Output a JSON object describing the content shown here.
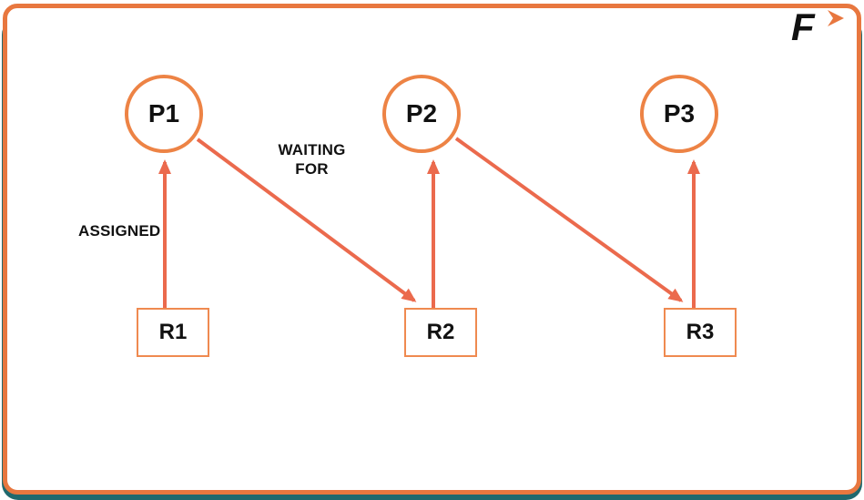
{
  "logo": {
    "letter": "F",
    "mark": "forward-chevron"
  },
  "colors": {
    "frame_orange": "#E8773F",
    "node_border_orange": "#ED8345",
    "box_border_orange": "#EF8A50",
    "arrow_orange_red": "#EB6A4D",
    "shadow_teal": "#20696E",
    "text_black": "#111111"
  },
  "diagram": {
    "type": "resource-allocation-graph",
    "processes": [
      {
        "label": "P1"
      },
      {
        "label": "P2"
      },
      {
        "label": "P3"
      }
    ],
    "resources": [
      {
        "label": "R1"
      },
      {
        "label": "R2"
      },
      {
        "label": "R3"
      }
    ],
    "edges": [
      {
        "from": "R1",
        "to": "P1",
        "relation": "assigned"
      },
      {
        "from": "P1",
        "to": "R2",
        "relation": "waiting-for"
      },
      {
        "from": "R2",
        "to": "P2",
        "relation": "assigned"
      },
      {
        "from": "P2",
        "to": "R3",
        "relation": "waiting-for"
      },
      {
        "from": "R3",
        "to": "P3",
        "relation": "assigned"
      }
    ],
    "edge_labels": {
      "assigned": "ASSIGNED",
      "waiting_line1": "WAITING",
      "waiting_line2": "FOR"
    }
  }
}
